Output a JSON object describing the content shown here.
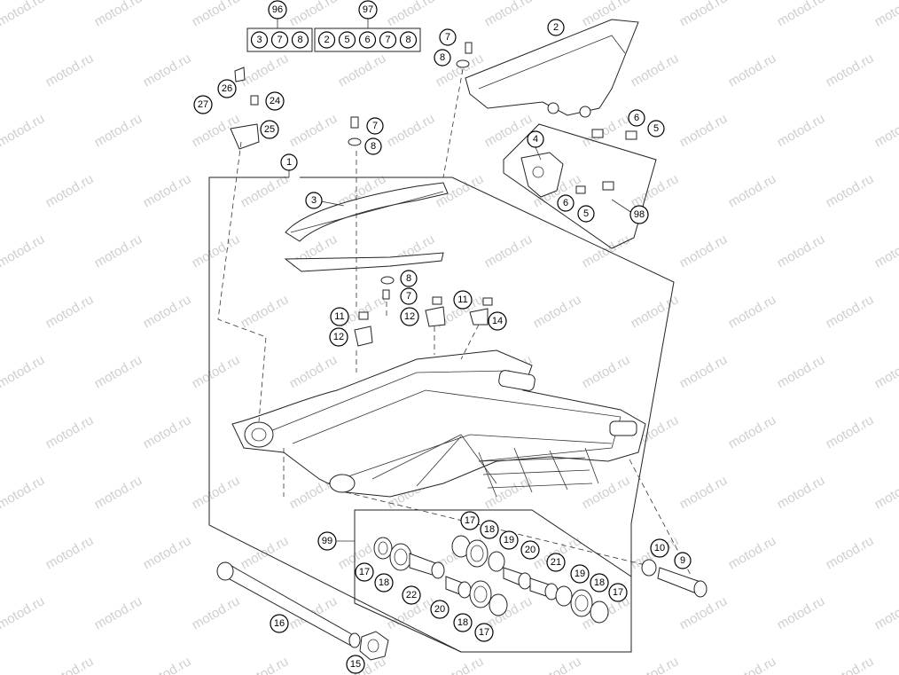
{
  "watermark": {
    "text": "motod.ru",
    "color": "#cfcfcf"
  },
  "kits": [
    {
      "label": "96",
      "items": [
        "3",
        "7",
        "8"
      ]
    },
    {
      "label": "97",
      "items": [
        "2",
        "5",
        "6",
        "7",
        "8"
      ]
    }
  ],
  "callouts": [
    "2",
    "7",
    "8",
    "26",
    "24",
    "27",
    "25",
    "7",
    "8",
    "6",
    "5",
    "4",
    "1",
    "3",
    "6",
    "5",
    "98",
    "8",
    "7",
    "11",
    "11",
    "12",
    "14",
    "12",
    "17",
    "18",
    "19",
    "20",
    "21",
    "99",
    "17",
    "18",
    "22",
    "20",
    "18",
    "17",
    "19",
    "18",
    "17",
    "10",
    "9",
    "16",
    "15"
  ]
}
